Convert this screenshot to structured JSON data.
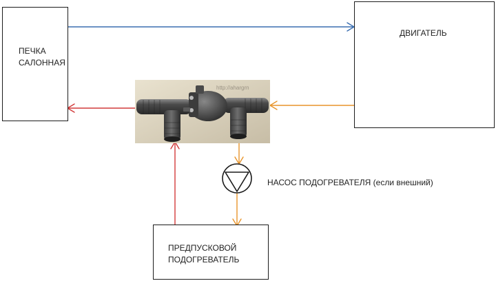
{
  "nodes": {
    "heater": {
      "label": "ПЕЧКА\nСАЛОННАЯ"
    },
    "engine": {
      "label": "ДВИГАТЕЛЬ"
    },
    "preheater": {
      "label": "ПРЕДПУСКОВОЙ\nПОДОГРЕВАТЕЛЬ"
    },
    "pump": {
      "label": "НАСОС ПОДОГРЕВАТЕЛЯ (если внешний)",
      "icon": "pump-symbol-icon"
    },
    "valve": {
      "icon": "valve-photo-icon",
      "watermark": "http://ahargrn"
    }
  },
  "colors": {
    "blue": "#3a6eb0",
    "red": "#d23a3a",
    "orange": "#e8942a",
    "border": "#1a1a1a"
  }
}
